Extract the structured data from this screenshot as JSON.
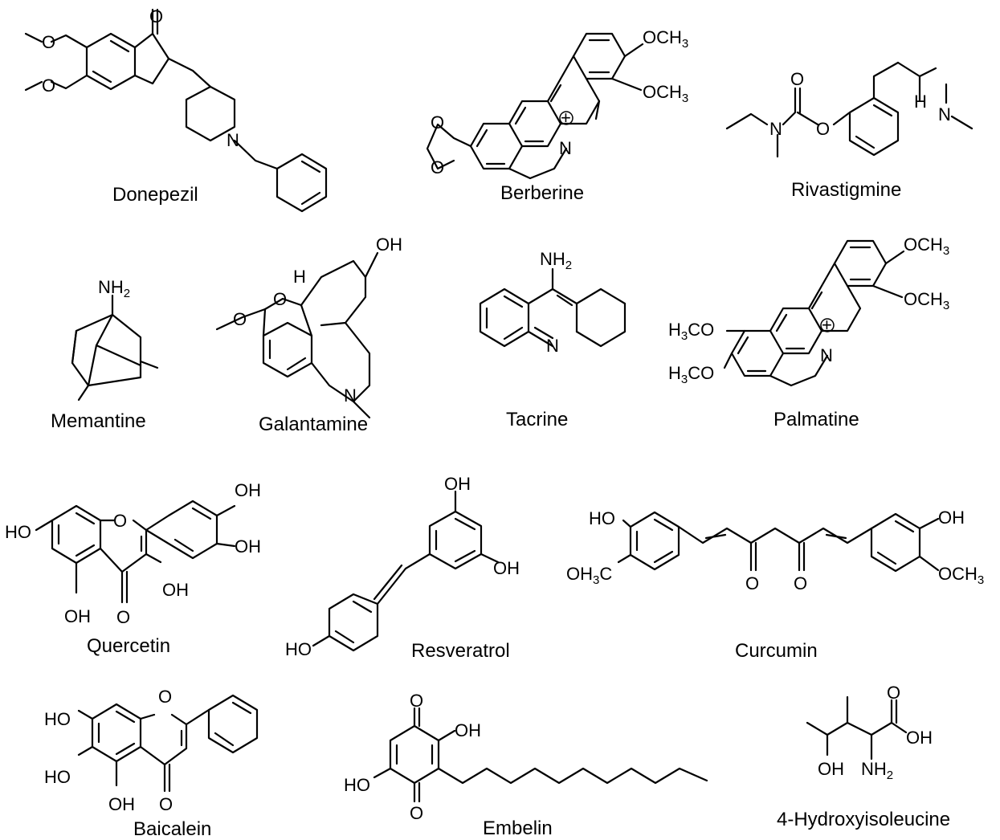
{
  "figure": {
    "compounds": [
      {
        "id": "donepezil",
        "name": "Donepezil"
      },
      {
        "id": "berberine",
        "name": "Berberine"
      },
      {
        "id": "rivastigmine",
        "name": "Rivastigmine"
      },
      {
        "id": "memantine",
        "name": "Memantine"
      },
      {
        "id": "galantamine",
        "name": "Galantamine"
      },
      {
        "id": "tacrine",
        "name": "Tacrine"
      },
      {
        "id": "palmatine",
        "name": "Palmatine"
      },
      {
        "id": "quercetin",
        "name": "Quercetin"
      },
      {
        "id": "resveratrol",
        "name": "Resveratrol"
      },
      {
        "id": "curcumin",
        "name": "Curcumin"
      },
      {
        "id": "baicalein",
        "name": "Baicalein"
      },
      {
        "id": "embelin",
        "name": "Embelin"
      },
      {
        "id": "hydroxyisoleucine",
        "name": "4-Hydroxyisoleucine"
      }
    ],
    "atom_labels": {
      "O": "O",
      "N": "N",
      "H": "H",
      "OH": "OH",
      "HO": "HO",
      "NH2": "NH",
      "OCH3": "OCH",
      "H3CO": "H",
      "H3CO_tail": "CO",
      "OH3C": "OH",
      "OH3C_tail": "C",
      "sub2": "2",
      "sub3": "3",
      "plus": "+"
    }
  }
}
